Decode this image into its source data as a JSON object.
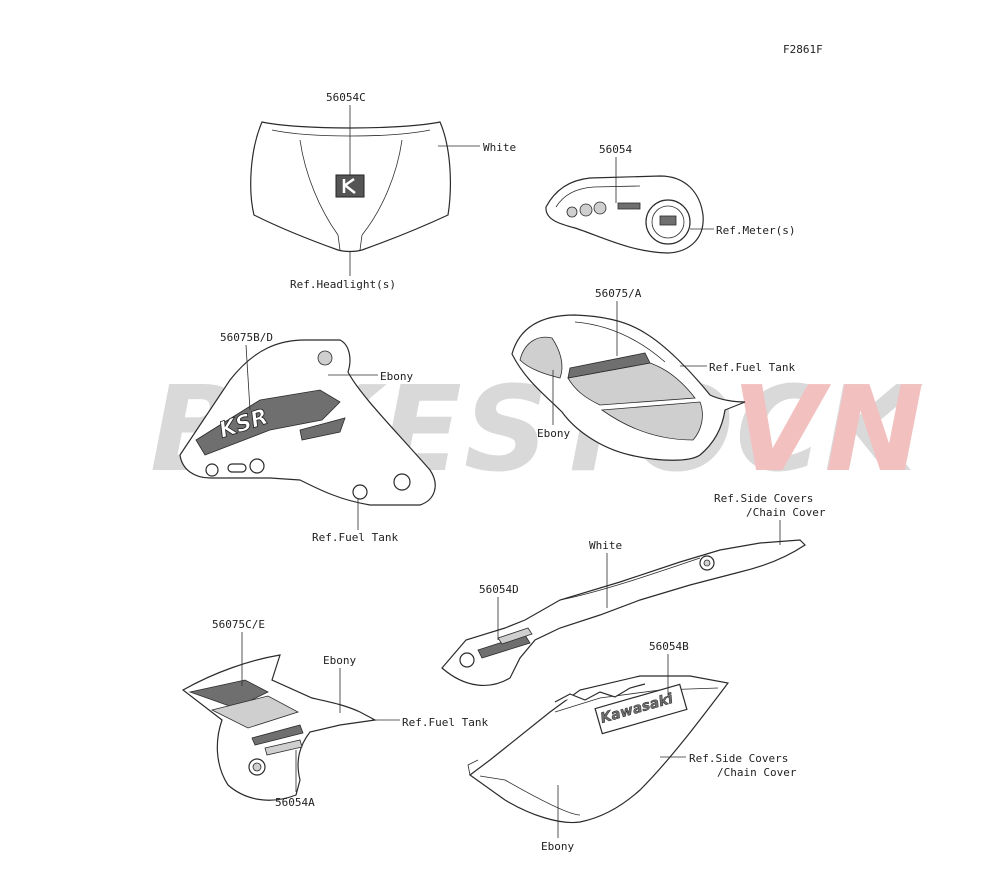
{
  "figure_code": "F2861F",
  "watermark": {
    "part1": "BIKESTOCK",
    "part2": "VN",
    "color1": "#d9d9d9",
    "color2": "#f3c0c0"
  },
  "labels": {
    "p56054C": "56054C",
    "white_headlight": "White",
    "ref_headlights": "Ref.Headlight(s)",
    "p56054": "56054",
    "ref_meters": "Ref.Meter(s)",
    "p56075BD": "56075B/D",
    "ebony_tank_left": "Ebony",
    "ref_fuel_tank_left": "Ref.Fuel Tank",
    "p56075A": "56075/A",
    "ref_fuel_tank_upper_right": "Ref.Fuel Tank",
    "ebony_tank_right": "Ebony",
    "ref_side_covers_top_1": "Ref.Side Covers",
    "ref_side_covers_top_2": "/Chain Cover",
    "white_side_cover": "White",
    "p56054D": "56054D",
    "p56075CE": "56075C/E",
    "ebony_shroud": "Ebony",
    "ref_fuel_tank_lower": "Ref.Fuel Tank",
    "p56054A": "56054A",
    "p56054B": "56054B",
    "ref_side_covers_bottom_1": "Ref.Side Covers",
    "ref_side_covers_bottom_2": "/Chain Cover",
    "ebony_side_cover": "Ebony"
  },
  "decals": {
    "kawasaki": "Kawasaki",
    "ksr": "KSR"
  }
}
